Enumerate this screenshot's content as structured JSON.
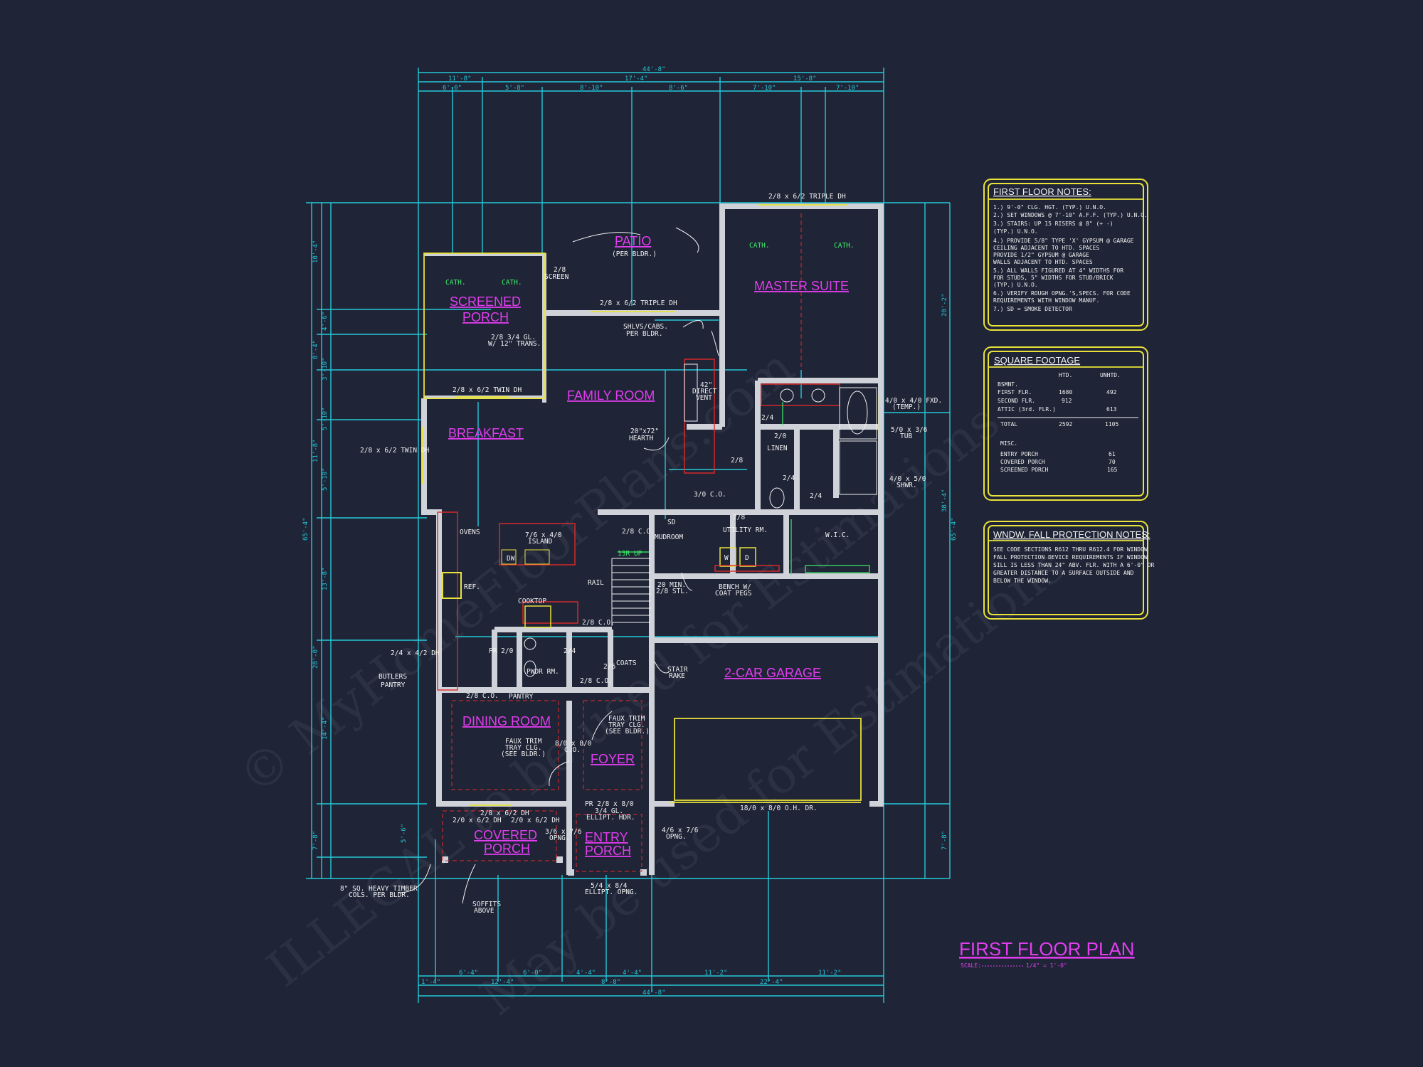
{
  "plan": {
    "title": "FIRST FLOOR PLAN",
    "scale_label": "SCALE:",
    "scale_value": "1/4\" = 1'-0\""
  },
  "watermark": {
    "line1": "© MyHomeFloorPlans.com",
    "line2": "ILLEGAL to be used for Estimations",
    "line3": "May be used for Estimations"
  },
  "dimensions": {
    "top": [
      "44'-8\"",
      "11'-8\"",
      "17'-4\"",
      "15'-8\"",
      "6'-0\"",
      "5'-8\"",
      "8'-10\"",
      "8'-6\"",
      "7'-10\"",
      "7'-10\""
    ],
    "bottom": [
      "6'-4\"",
      "6'-0\"",
      "4'-4\"",
      "4'-4\"",
      "11'-2\"",
      "11'-2\"",
      "1'-4\"",
      "12'-4\"",
      "8'-8\"",
      "22'-4\"",
      "44'-8\""
    ],
    "left": [
      "65'-4\"",
      "10'-4\"",
      "4'-6\"",
      "8'-4\"",
      "3'-10\"",
      "5'-10\"",
      "11'-8\"",
      "5'-10\"",
      "13'-8\"",
      "28'-0\"",
      "14'-4\"",
      "7'-8\"",
      "5'-6\""
    ],
    "right": [
      "65'-4\"",
      "20'-2\"",
      "38'-4\"",
      "7'-8\""
    ]
  },
  "rooms": {
    "patio": "PATIO",
    "patio_note": "(PER BLDR.)",
    "screened_porch_1": "SCREENED",
    "screened_porch_2": "PORCH",
    "master_suite": "MASTER SUITE",
    "family_room": "FAMILY ROOM",
    "breakfast": "BREAKFAST",
    "mudroom": "MUDROOM",
    "utility_rm": "UTILITY RM.",
    "wic": "W.I.C.",
    "linen": "LINEN",
    "garage": "2-CAR GARAGE",
    "pwdr_rm": "PWDR RM.",
    "coats": "COATS",
    "pantry": "PANTRY",
    "dining_room": "DINING ROOM",
    "foyer": "FOYER",
    "covered_porch_1": "COVERED",
    "covered_porch_2": "PORCH",
    "entry_porch_1": "ENTRY",
    "entry_porch_2": "PORCH",
    "butlers_pantry_1": "BUTLERS",
    "butlers_pantry_2": "PANTRY"
  },
  "labels": {
    "cath1": "CATH.",
    "cath2": "CATH.",
    "cath3": "CATH.",
    "cath4": "CATH.",
    "screen": "2/8",
    "screen2": "SCREEN",
    "triple_dh_top": "2/8 x 6/2 TRIPLE DH",
    "triple_dh_mid": "2/8 x 6/2 TRIPLE DH",
    "shlvs_1": "SHLVS/CABS.",
    "shlvs_2": "PER BLDR.",
    "gl_trans_1": "2/8 3/4 GL.",
    "gl_trans_2": "W/ 12\" TRANS.",
    "twin_dh_1": "2/8 x 6/2 TWIN DH",
    "twin_dh_2": "2/8 x 6/2 TWIN DH",
    "direct_vent_1": "42\"",
    "direct_vent_2": "DIRECT",
    "direct_vent_3": "VENT",
    "hearth_1": "20\"x72\"",
    "hearth_2": "HEARTH",
    "fxd_1": "4/0 x 4/0 FXD.",
    "fxd_2": "(TEMP.)",
    "tub_1": "5/0 x 3/6",
    "tub_2": "TUB",
    "shwr_1": "4/0 x 5/0",
    "shwr_2": "SHWR.",
    "co_310": "3/0 C.O.",
    "ovens": "OVENS",
    "island_1": "7/6 x 4/0",
    "island_2": "ISLAND",
    "dw": "DW",
    "ref": "REF.",
    "co_28a": "2/8 C.O.",
    "sd": "SD",
    "br_up": "13R UP",
    "rail": "RAIL",
    "min_1": "20 MIN.",
    "min_2": "2/8 STL.",
    "bench_1": "BENCH W/",
    "bench_2": "COAT PEGS",
    "cooktop": "COOKTOP",
    "co_28b": "2/8 C.O.",
    "co_28c": "2/8 C.O.",
    "pr20": "PR 2/0",
    "d24a": "2/4",
    "d24b": "2/4",
    "d24c": "2/4",
    "d24d": "2/4",
    "d20": "2/0",
    "d28a": "2/8",
    "d28b": "2/8",
    "d26": "2/6",
    "d28_util": "2/8",
    "stair_rake_1": "STAIR",
    "stair_rake_2": "RAKE",
    "dh24": "2/4 x 4/2 DH",
    "co_28d": "2/8 C.O.",
    "faux1_1": "FAUX TRIM",
    "faux1_2": "TRAY CLG.",
    "faux1_3": "(SEE BLDR.)",
    "faux2_1": "FAUX TRIM",
    "faux2_2": "TRAY CLG.",
    "faux2_3": "(SEE BLDR.)",
    "co_810_1": "8/0 x 8/0",
    "co_810_2": "C.O.",
    "ohdr": "18/0 x 8/0 O.H. DR.",
    "dh_dn_1": "2/8 x 6/2 DH",
    "dh_dn_2": "2/0 x 6/2 DH",
    "dh_dn_3": "2/0 x 6/2 DH",
    "pr_28": "PR 2/8 x 8/0",
    "ellipt_1": "3/4 GL.",
    "ellipt_2": "ELLIPT. HDR.",
    "opng36_1": "3/6 x 7/6",
    "opng36_2": "OPNG.",
    "opng46_1": "4/6 x 7/6",
    "opng46_2": "OPNG.",
    "ellipt_op_1": "5/4 x 8/4",
    "ellipt_op_2": "ELLIPT. OPNG.",
    "cols_1": "8\" SQ. HEAVY TIMBER",
    "cols_2": "COLS. PER BLDR.",
    "soffits_1": "SOFFITS",
    "soffits_2": "ABOVE",
    "w": "W",
    "d": "D"
  },
  "notes_first_floor": {
    "title": "FIRST FLOOR NOTES:",
    "lines": [
      "1.) 9'-0\" CLG. HGT. (TYP.) U.N.O.",
      "2.) SET WINDOWS @ 7'-10\" A.F.F. (TYP.) U.N.O.",
      "3.) STAIRS: UP 15 RISERS @ 8\" (+ -)",
      "    (TYP.) U.N.O.",
      "4.) PROVIDE 5/8\" TYPE 'X' GYPSUM @ GARAGE",
      "    CEILING ADJACENT TO HTD. SPACES",
      "    PROVIDE 1/2\" GYPSUM @ GARAGE",
      "    WALLS ADJACENT TO HTD. SPACES",
      "5.) ALL WALLS FIGURED AT 4\" WIDTHS FOR",
      "    FOR STUDS, 5\" WIDTHS FOR STUD/BRICK",
      "    (TYP.) U.N.O.",
      "6.) VERIFY ROUGH OPNG.'S,SPECS. FOR CODE",
      "    REQUIREMENTS WITH WINDOW MANUF.",
      "7.) SD = SMOKE DETECTOR"
    ]
  },
  "square_footage": {
    "title": "SQUARE FOOTAGE",
    "col_htd": "HTD.",
    "col_unhtd": "UNHTD.",
    "rows": [
      {
        "label": "BSMNT.",
        "htd": "",
        "unhtd": ""
      },
      {
        "label": "FIRST FLR.",
        "htd": "1680",
        "unhtd": "492"
      },
      {
        "label": "SECOND FLR.",
        "htd": "912",
        "unhtd": ""
      },
      {
        "label": "ATTIC (3rd. FLR.)",
        "htd": "",
        "unhtd": "613"
      }
    ],
    "total_label": "TOTAL",
    "total_htd": "2592",
    "total_unhtd": "1105",
    "misc_title": "MISC.",
    "misc_rows": [
      {
        "label": "ENTRY PORCH",
        "val": "61"
      },
      {
        "label": "COVERED PORCH",
        "val": "70"
      },
      {
        "label": "SCREENED PORCH",
        "val": "165"
      }
    ]
  },
  "fall_notes": {
    "title": "WNDW. FALL PROTECTION NOTES:",
    "lines": [
      "SEE CODE SECTIONS R612 THRU R612.4 FOR WINDOW",
      "FALL PROTECTION DEVICE REQUIREMENTS IF WINDOW",
      "SILL IS LESS THAN 24\" ABV. FLR. WITH A 6'-0\" OR",
      "GREATER DISTANCE TO A SURFACE OUTSIDE AND",
      "BELOW THE WINDOW."
    ]
  }
}
